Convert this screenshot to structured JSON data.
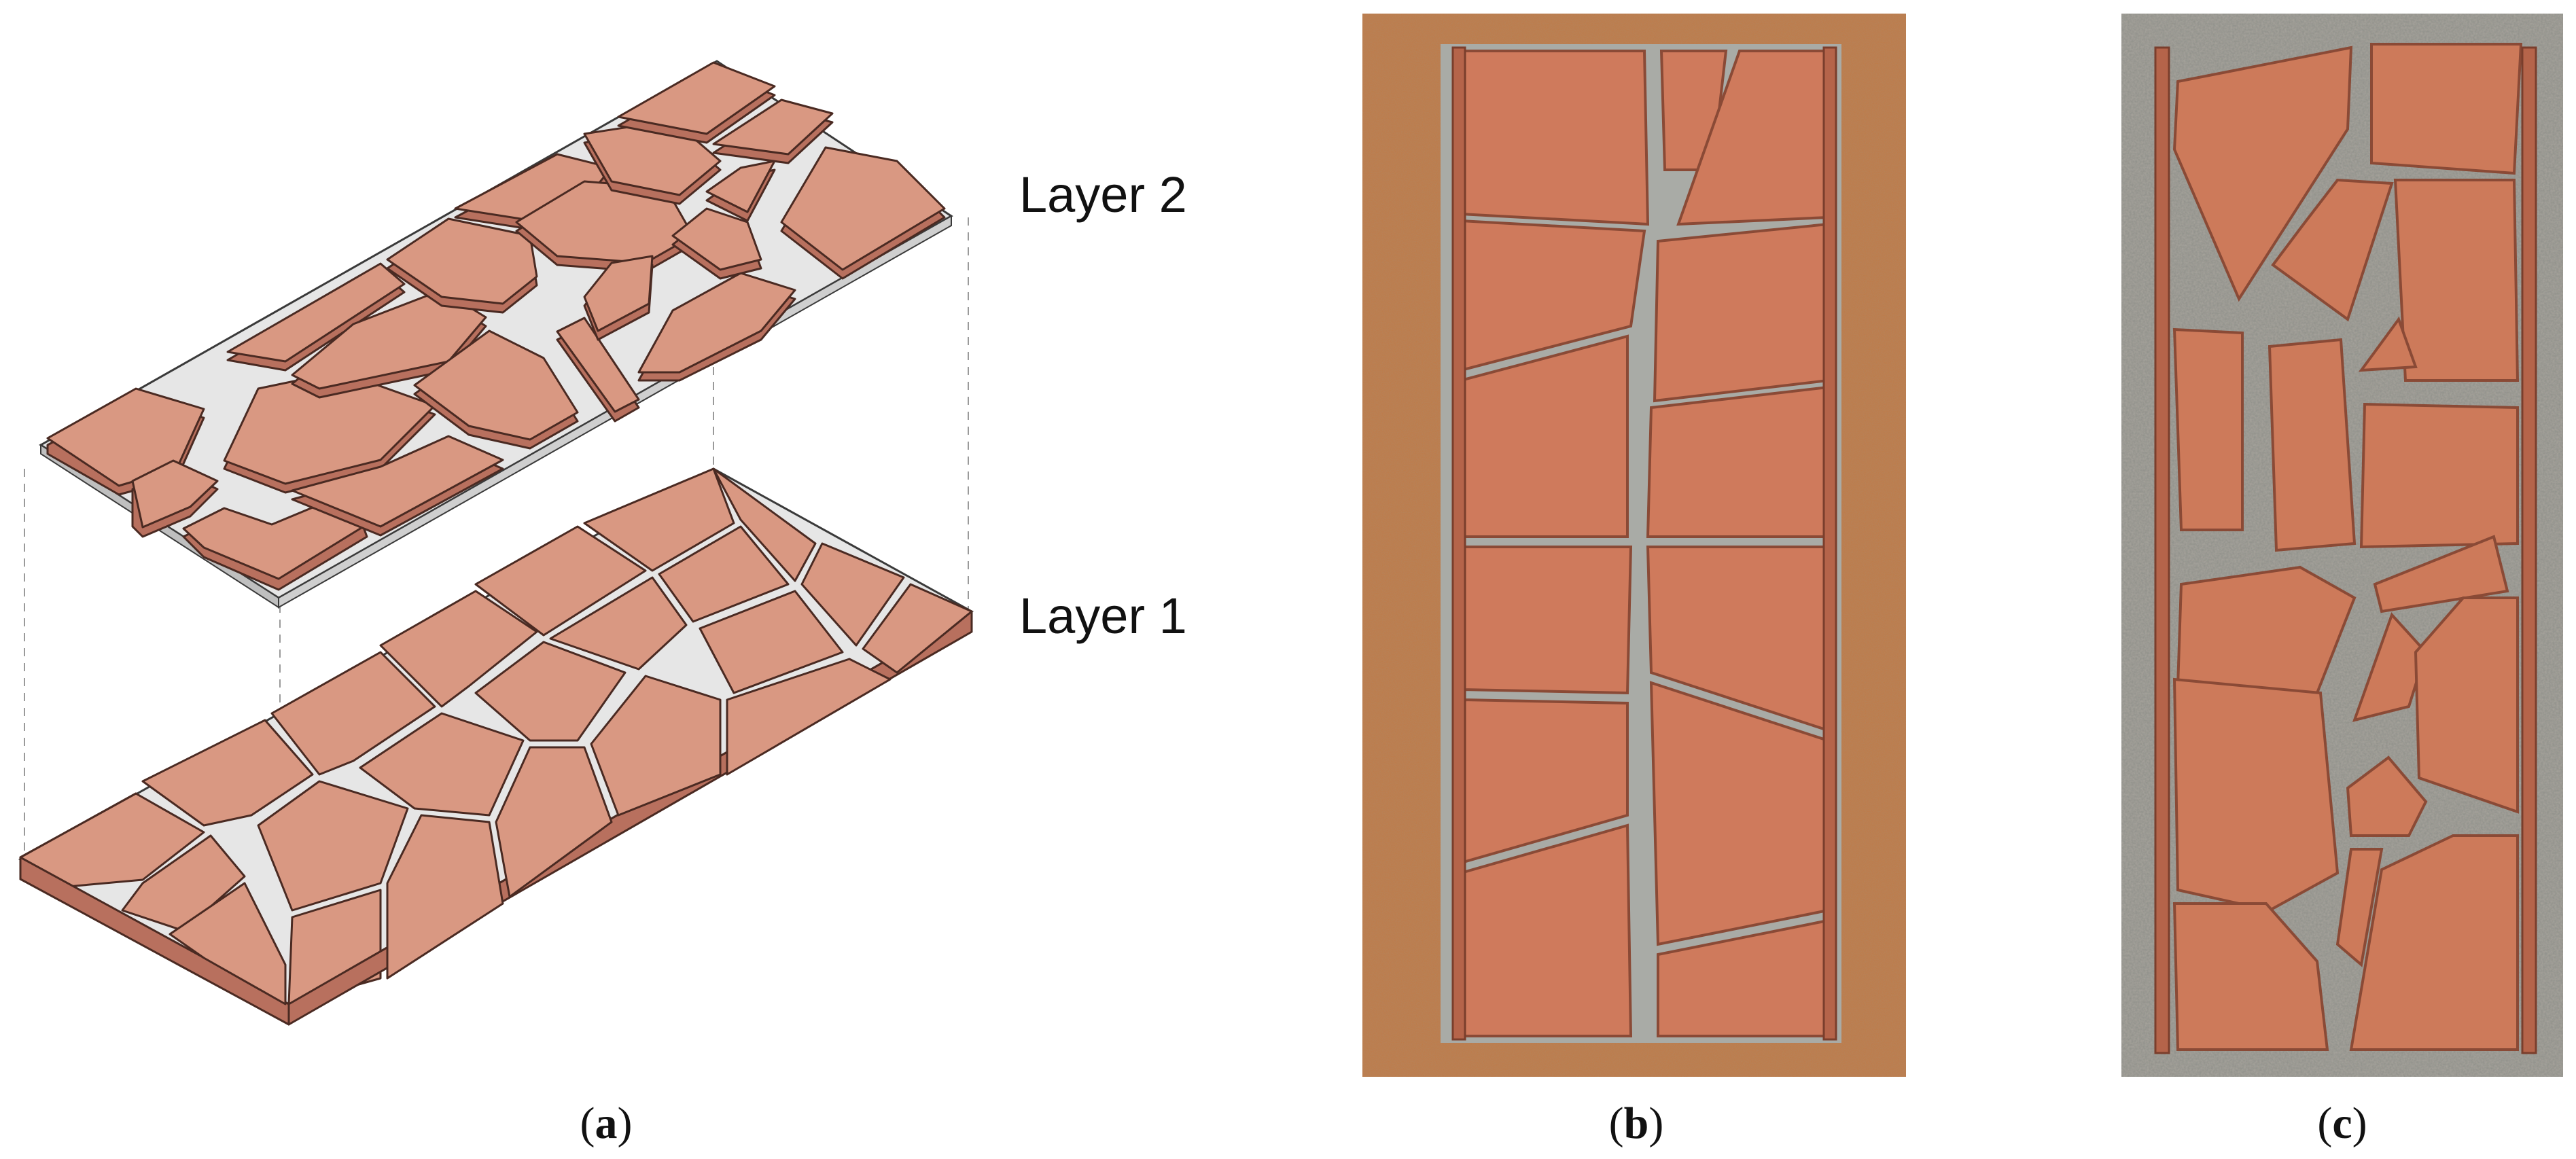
{
  "figure": {
    "panel_a": {
      "caption_open": "(",
      "caption_letter": "a",
      "caption_close": ")",
      "layer_top_label": "Layer 2",
      "layer_bottom_label": "Layer 1"
    },
    "panel_b": {
      "caption_open": "(",
      "caption_letter": "b",
      "caption_close": ")"
    },
    "panel_c": {
      "caption_open": "(",
      "caption_letter": "c",
      "caption_close": ")"
    }
  },
  "colors": {
    "tile_top": "#d99882",
    "tile_side": "#b8705e",
    "tile_edge": "#4a2a22",
    "mortar": "#e6e6e6",
    "photo_tile": "#cf7a5c",
    "photo_mortar": "#a9aba6",
    "photo_board": "#c07a45"
  }
}
